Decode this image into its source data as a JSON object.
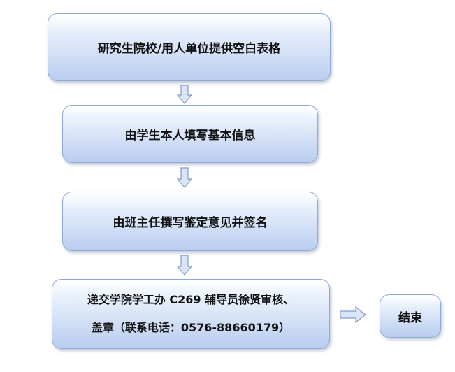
{
  "flow": {
    "step1": "研究生院校/用人单位提供空白表格",
    "step2": "由学生本人填写基本信息",
    "step3": "由班主任撰写鉴定意见并签名",
    "step4_line1": "递交学院学工办 C269 辅导员徐贤审核、",
    "step4_line2": "盖章（联系电话：0576-88660179）",
    "step5": "结束"
  },
  "colors": {
    "box_border": "#8faad6",
    "box_fill_top": "#ffffff",
    "box_fill_bottom": "#b9cdef",
    "arrow_fill": "#dbe5f5",
    "arrow_stroke": "#7f9ccc"
  },
  "icons": {
    "down_arrow": "down-arrow-icon",
    "right_arrow": "right-arrow-icon"
  }
}
